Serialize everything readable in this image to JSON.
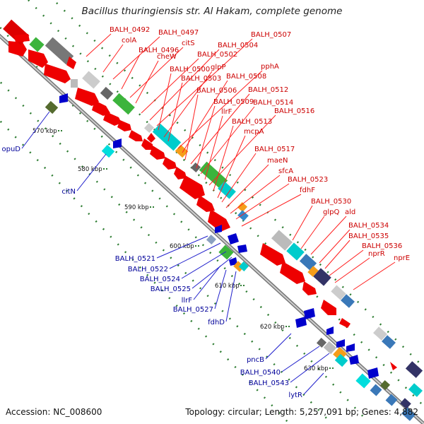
{
  "title": "Bacillus thuringiensis str. Al Hakam, complete genome",
  "accession": "Accession: NC_008600",
  "topology": "Topology: circular; Length: 5,257,091 bp; Genes: 4,882",
  "colors": {
    "forward_gene": "#ff0000",
    "reverse_gene": "#0000cc",
    "label_forward": "#dd0000",
    "label_reverse": "#000099",
    "backbone": "#999999",
    "tick_dots": "#2e7d32"
  },
  "ticks": [
    "570 kbp",
    "580 kbp",
    "590 kbp",
    "600 kbp",
    "610 kbp",
    "620 kbp",
    "630 kbp"
  ],
  "forward_labels": [
    "BALH_0492",
    "colA",
    "BALH_0497",
    "BALH_0496",
    "citS",
    "cheW",
    "BALH_0502",
    "BALH_0504",
    "BALH_0507",
    "BALH_0500",
    "glpP",
    "BALH_0503",
    "pphA",
    "BALH_0508",
    "BALH_0506",
    "BALH_0512",
    "BALH_0509",
    "BALH_0514",
    "llrF",
    "BALH_0516",
    "BALH_0513",
    "mcpA",
    "BALH_0517",
    "maeN",
    "sfcA",
    "BALH_0523",
    "fdhF",
    "BALH_0530",
    "glpQ",
    "ald",
    "BALH_0534",
    "BALH_0535",
    "BALH_0536",
    "nprR",
    "nprE"
  ],
  "reverse_labels": [
    "opuD",
    "citN",
    "BALH_0521",
    "BALH_0522",
    "BALH_0524",
    "BALH_0525",
    "llrF",
    "BALH_0527",
    "fdhD",
    "pncB",
    "BALH_0540",
    "BALH_0543",
    "lytR"
  ]
}
